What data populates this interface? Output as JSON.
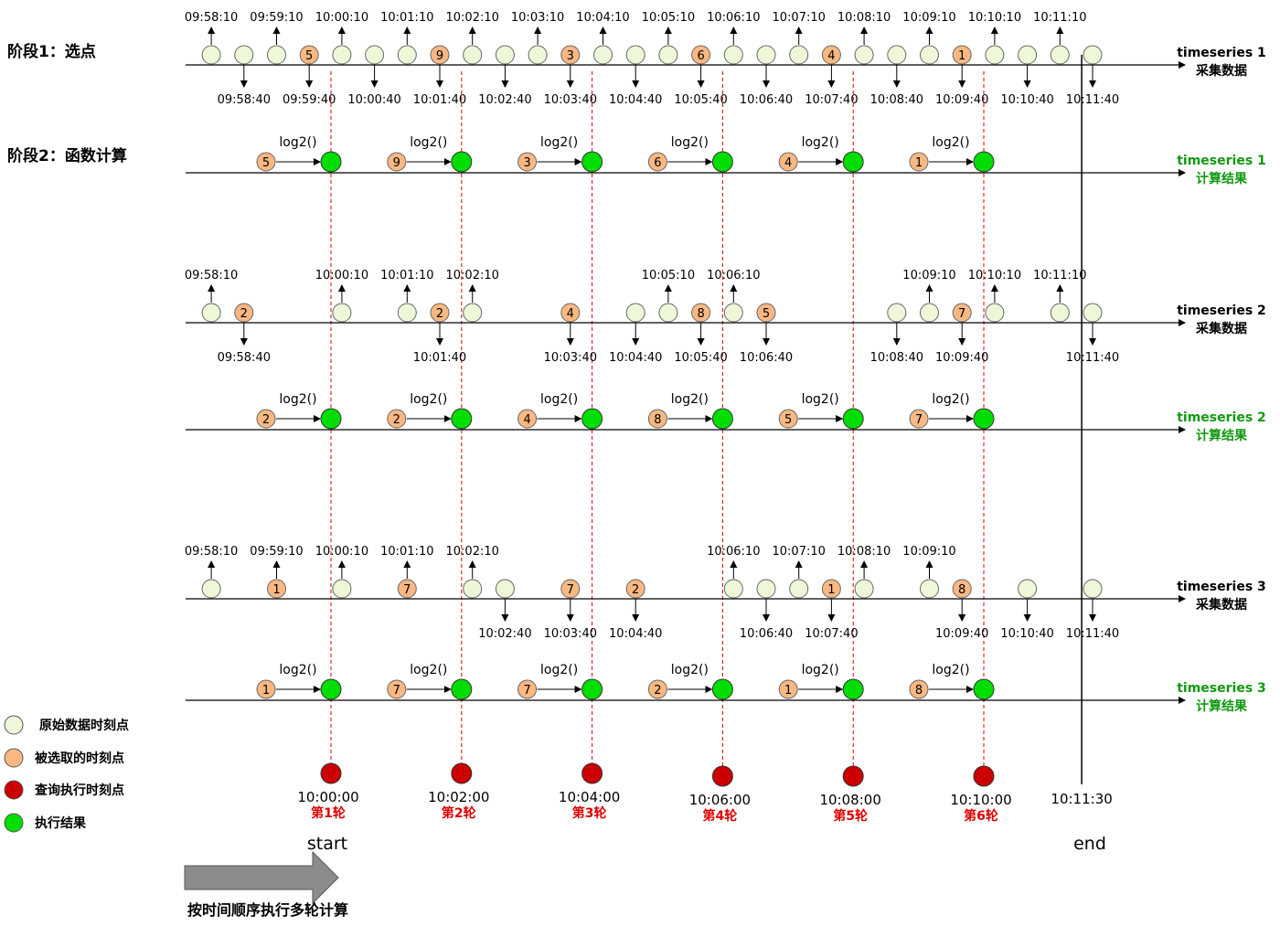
{
  "stages": [
    {
      "label": "阶段1：选点"
    },
    {
      "label": "阶段2：函数计算"
    }
  ],
  "function_label": "log2()",
  "axis_labels": [
    {
      "line1": "timeseries 1",
      "line2": "采集数据"
    },
    {
      "line1": "timeseries 1",
      "line2": "计算结果"
    },
    {
      "line1": "timeseries 2",
      "line2": "采集数据"
    },
    {
      "line1": "timeseries 2",
      "line2": "计算结果"
    },
    {
      "line1": "timeseries 3",
      "line2": "采集数据"
    },
    {
      "line1": "timeseries 3",
      "line2": "计算结果"
    }
  ],
  "series": [
    {
      "raw": [
        {
          "t": "09:58:10",
          "dir": "up"
        },
        {
          "t": "09:58:40",
          "dir": "down"
        },
        {
          "t": "09:59:10",
          "dir": "up"
        },
        {
          "t": "09:59:40",
          "dir": "down",
          "v": "5"
        },
        {
          "t": "10:00:10",
          "dir": "up"
        },
        {
          "t": "10:00:40",
          "dir": "down"
        },
        {
          "t": "10:01:10",
          "dir": "up"
        },
        {
          "t": "10:01:40",
          "dir": "down",
          "v": "9"
        },
        {
          "t": "10:02:10",
          "dir": "up"
        },
        {
          "t": "10:02:40",
          "dir": "down"
        },
        {
          "t": "10:03:10",
          "dir": "up"
        },
        {
          "t": "10:03:40",
          "dir": "down",
          "v": "3"
        },
        {
          "t": "10:04:10",
          "dir": "up"
        },
        {
          "t": "10:04:40",
          "dir": "down"
        },
        {
          "t": "10:05:10",
          "dir": "up"
        },
        {
          "t": "10:05:40",
          "dir": "down",
          "v": "6"
        },
        {
          "t": "10:06:10",
          "dir": "up"
        },
        {
          "t": "10:06:40",
          "dir": "down"
        },
        {
          "t": "10:07:10",
          "dir": "up"
        },
        {
          "t": "10:07:40",
          "dir": "down",
          "v": "4"
        },
        {
          "t": "10:08:10",
          "dir": "up"
        },
        {
          "t": "10:08:40",
          "dir": "down"
        },
        {
          "t": "10:09:10",
          "dir": "up"
        },
        {
          "t": "10:09:40",
          "dir": "down",
          "v": "1"
        },
        {
          "t": "10:10:10",
          "dir": "up"
        },
        {
          "t": "10:10:40",
          "dir": "down"
        },
        {
          "t": "10:11:10",
          "dir": "up"
        },
        {
          "t": "10:11:40",
          "dir": "down"
        }
      ],
      "results": [
        "5",
        "9",
        "3",
        "6",
        "4",
        "1"
      ]
    },
    {
      "raw": [
        {
          "t": "09:58:10",
          "dir": "up"
        },
        {
          "t": "09:58:40",
          "dir": "down",
          "v": "2"
        },
        {
          "t": "10:00:10",
          "dir": "up"
        },
        {
          "t": "10:01:10",
          "dir": "up"
        },
        {
          "t": "10:01:40",
          "dir": "down",
          "v": "2"
        },
        {
          "t": "10:02:10",
          "dir": "up"
        },
        {
          "t": "10:03:40",
          "dir": "down",
          "v": "4"
        },
        {
          "t": "10:04:40",
          "dir": "down"
        },
        {
          "t": "10:05:10",
          "dir": "up"
        },
        {
          "t": "10:05:40",
          "dir": "down",
          "v": "8"
        },
        {
          "t": "10:06:10",
          "dir": "up"
        },
        {
          "t": "10:06:40",
          "dir": "down",
          "v": "5"
        },
        {
          "t": "10:08:40",
          "dir": "down"
        },
        {
          "t": "10:09:10",
          "dir": "up"
        },
        {
          "t": "10:09:40",
          "dir": "down",
          "v": "7"
        },
        {
          "t": "10:10:10",
          "dir": "up"
        },
        {
          "t": "10:11:10",
          "dir": "up"
        },
        {
          "t": "10:11:40",
          "dir": "down"
        }
      ],
      "results": [
        "2",
        "2",
        "4",
        "8",
        "5",
        "7"
      ]
    },
    {
      "raw": [
        {
          "t": "09:58:10",
          "dir": "up"
        },
        {
          "t": "09:59:10",
          "dir": "up",
          "v": "1"
        },
        {
          "t": "10:00:10",
          "dir": "up"
        },
        {
          "t": "10:01:10",
          "dir": "up",
          "v": "7"
        },
        {
          "t": "10:02:10",
          "dir": "up"
        },
        {
          "t": "10:02:40",
          "dir": "down"
        },
        {
          "t": "10:03:40",
          "dir": "down",
          "v": "7"
        },
        {
          "t": "10:04:40",
          "dir": "down",
          "v": "2"
        },
        {
          "t": "10:06:10",
          "dir": "up"
        },
        {
          "t": "10:06:40",
          "dir": "down"
        },
        {
          "t": "10:07:10",
          "dir": "up"
        },
        {
          "t": "10:07:40",
          "dir": "down",
          "v": "1"
        },
        {
          "t": "10:08:10",
          "dir": "up"
        },
        {
          "t": "10:09:10",
          "dir": "up"
        },
        {
          "t": "10:09:40",
          "dir": "down",
          "v": "8"
        },
        {
          "t": "10:10:40",
          "dir": "down"
        },
        {
          "t": "10:11:40",
          "dir": "down"
        }
      ],
      "results": [
        "1",
        "7",
        "7",
        "2",
        "1",
        "8"
      ]
    }
  ],
  "rounds": [
    {
      "time": "10:00:00",
      "label": "第1轮"
    },
    {
      "time": "10:02:00",
      "label": "第2轮"
    },
    {
      "time": "10:04:00",
      "label": "第3轮"
    },
    {
      "time": "10:06:00",
      "label": "第4轮"
    },
    {
      "time": "10:08:00",
      "label": "第5轮"
    },
    {
      "time": "10:10:00",
      "label": "第6轮"
    }
  ],
  "end_marker": {
    "time": "10:11:30"
  },
  "start_label": "start",
  "end_label": "end",
  "legend": [
    {
      "label": "原始数据时刻点",
      "kind": "raw"
    },
    {
      "label": "被选取的时刻点",
      "kind": "selected"
    },
    {
      "label": "查询执行时刻点",
      "kind": "query"
    },
    {
      "label": "执行结果",
      "kind": "result"
    }
  ],
  "direction_label": "按时间顺序执行多轮计算",
  "colors": {
    "raw_fill": "#eef7d8",
    "selected_fill": "#f9b882",
    "query_fill": "#cc0000",
    "result_fill": "#00dd00",
    "result_text": "#119911",
    "round_text": "#dd0000",
    "guide_line": "#dd0000",
    "arrow_gray": "#8c8c8c"
  }
}
